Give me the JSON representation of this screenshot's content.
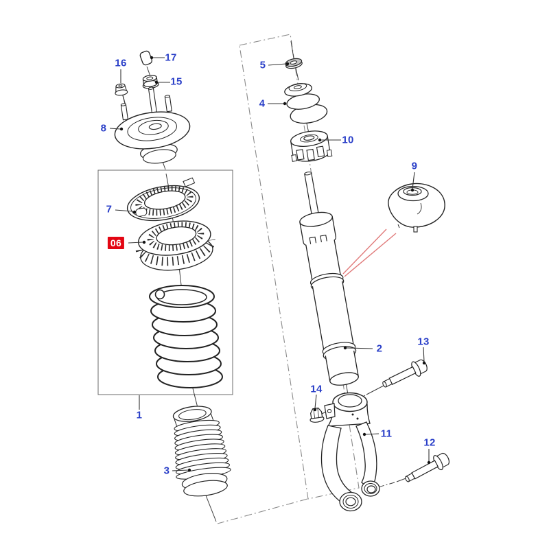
{
  "colors": {
    "callout_blue": "#2a3fc8",
    "highlight_bg": "#e30613",
    "highlight_text": "#ffffff",
    "red_leader": "#e07a7a",
    "line_art": "#222222"
  },
  "callouts": [
    {
      "id": "16",
      "label": "16",
      "highlighted": false
    },
    {
      "id": "17",
      "label": "17",
      "highlighted": false
    },
    {
      "id": "15",
      "label": "15",
      "highlighted": false
    },
    {
      "id": "8",
      "label": "8",
      "highlighted": false
    },
    {
      "id": "7",
      "label": "7",
      "highlighted": false
    },
    {
      "id": "06",
      "label": "06",
      "highlighted": true
    },
    {
      "id": "1",
      "label": "1",
      "highlighted": false
    },
    {
      "id": "3",
      "label": "3",
      "highlighted": false
    },
    {
      "id": "5",
      "label": "5",
      "highlighted": false
    },
    {
      "id": "4",
      "label": "4",
      "highlighted": false
    },
    {
      "id": "10",
      "label": "10",
      "highlighted": false
    },
    {
      "id": "9",
      "label": "9",
      "highlighted": false
    },
    {
      "id": "2",
      "label": "2",
      "highlighted": false
    },
    {
      "id": "13",
      "label": "13",
      "highlighted": false
    },
    {
      "id": "14",
      "label": "14",
      "highlighted": false
    },
    {
      "id": "11",
      "label": "11",
      "highlighted": false
    },
    {
      "id": "12",
      "label": "12",
      "highlighted": false
    }
  ]
}
